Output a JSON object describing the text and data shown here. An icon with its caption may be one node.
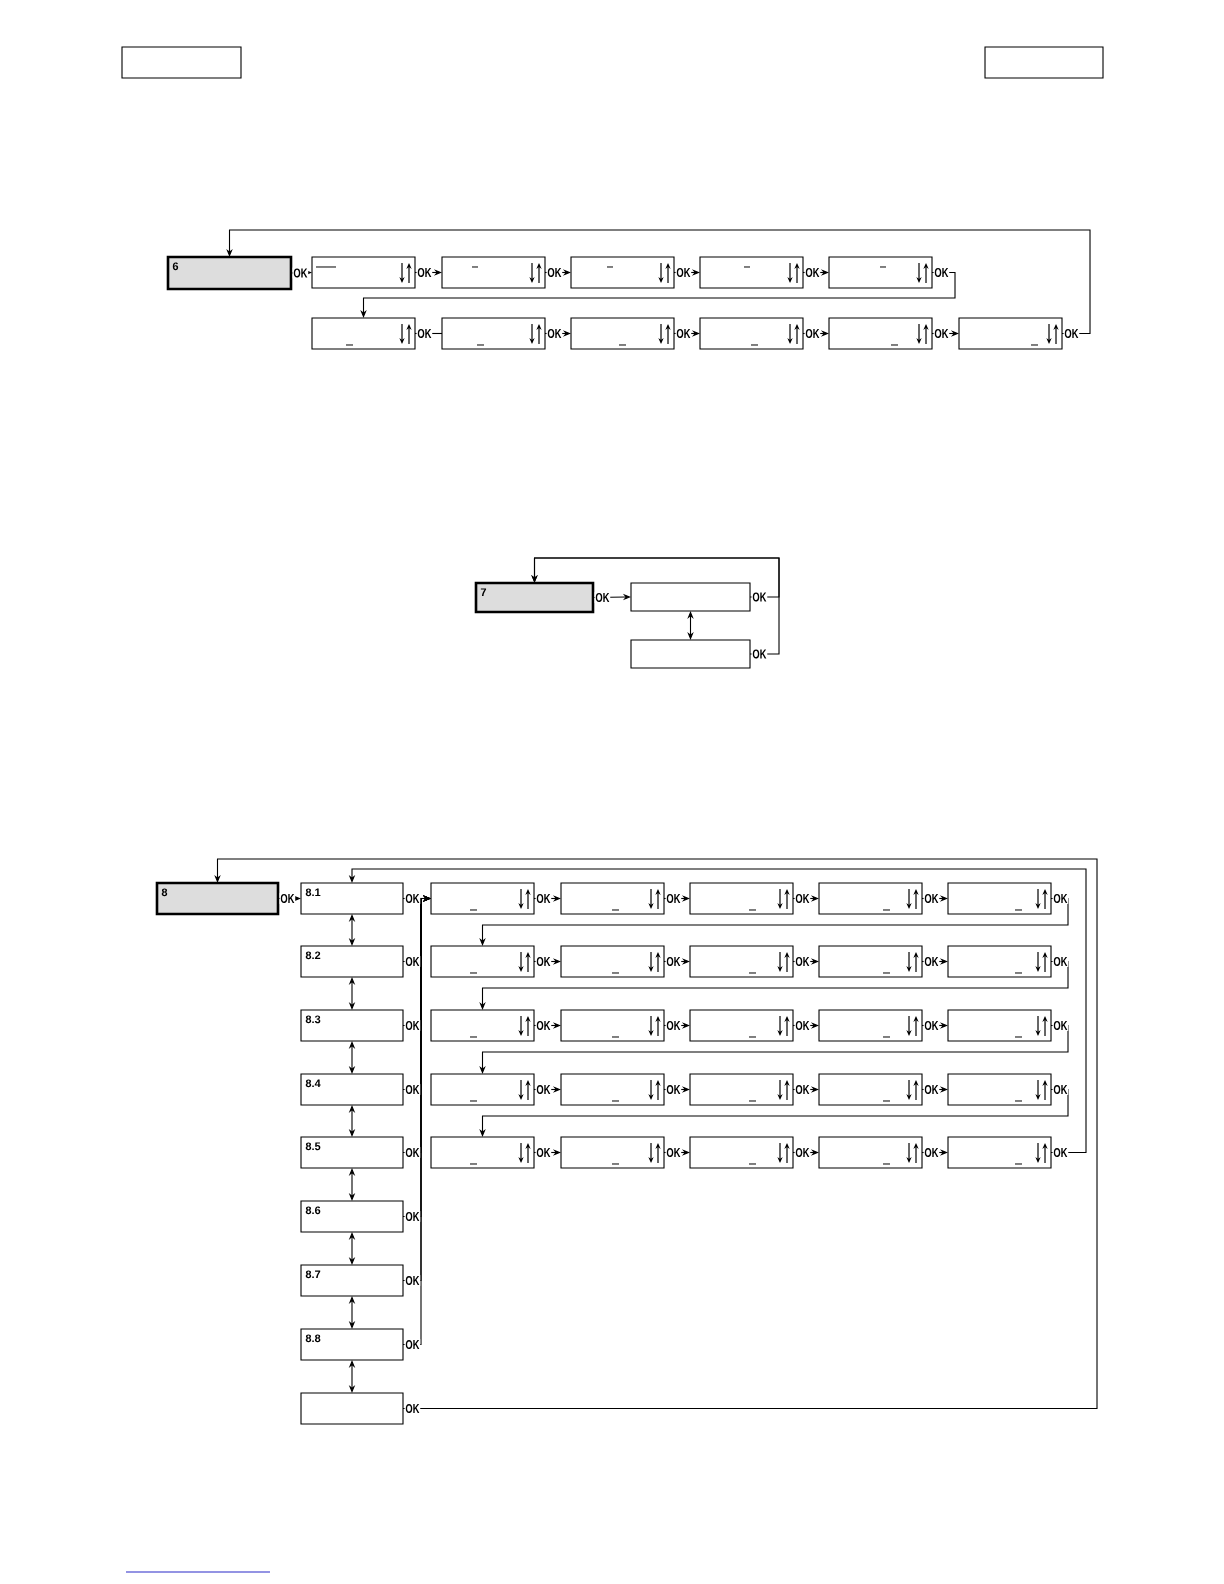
{
  "diagram": {
    "nodes": [
      {
        "text": [],
        "shape": "box"
      },
      {
        "text": [],
        "shape": "box"
      },
      {
        "text": [
          "6"
        ]
      },
      {
        "text": [],
        "shape": "box"
      },
      {
        "text": [],
        "shape": "box"
      },
      {
        "text": [],
        "shape": "box"
      },
      {
        "text": [],
        "shape": "box"
      },
      {
        "text": [],
        "shape": "box"
      },
      {
        "text": [],
        "shape": "box"
      },
      {
        "text": [],
        "shape": "box"
      },
      {
        "text": [],
        "shape": "box"
      },
      {
        "text": [],
        "shape": "box"
      },
      {
        "text": [],
        "shape": "box"
      },
      {
        "text": [],
        "shape": "box"
      },
      {
        "text": [
          "7"
        ]
      },
      {
        "text": [],
        "shape": "box"
      },
      {
        "text": [],
        "shape": "box"
      },
      {
        "text": [
          "8"
        ]
      },
      {
        "text": [
          "8.1"
        ]
      },
      {
        "text": [
          "8.2"
        ]
      },
      {
        "text": [
          "8.3"
        ]
      },
      {
        "text": [
          "8.4"
        ]
      },
      {
        "text": [
          "8.5"
        ]
      },
      {
        "text": [
          "8.6"
        ]
      },
      {
        "text": [
          "8.7"
        ]
      },
      {
        "text": [
          "8.8"
        ]
      },
      {
        "text": [],
        "shape": "box"
      },
      {
        "text": [],
        "shape": "box"
      },
      {
        "text": [],
        "shape": "box"
      },
      {
        "text": [],
        "shape": "box"
      },
      {
        "text": [],
        "shape": "box"
      },
      {
        "text": [],
        "shape": "box"
      },
      {
        "text": [],
        "shape": "box"
      },
      {
        "text": [],
        "shape": "box"
      },
      {
        "text": [],
        "shape": "box"
      },
      {
        "text": [],
        "shape": "box"
      },
      {
        "text": [],
        "shape": "box"
      },
      {
        "text": [],
        "shape": "box"
      },
      {
        "text": [],
        "shape": "box"
      },
      {
        "text": [],
        "shape": "box"
      },
      {
        "text": [],
        "shape": "box"
      },
      {
        "text": [],
        "shape": "box"
      },
      {
        "text": [],
        "shape": "box"
      },
      {
        "text": [],
        "shape": "box"
      },
      {
        "text": [],
        "shape": "box"
      },
      {
        "text": [],
        "shape": "box"
      },
      {
        "text": [],
        "shape": "box"
      },
      {
        "text": [],
        "shape": "box"
      },
      {
        "text": [],
        "shape": "box"
      },
      {
        "text": [],
        "shape": "box"
      },
      {
        "text": [],
        "shape": "box"
      },
      {
        "text": [],
        "shape": "box"
      }
    ],
    "edges": [
      {
        "from": 2,
        "to": 3,
        "arrow": "to",
        "label": "OK"
      },
      {
        "from": 3,
        "to": 4,
        "arrow": "to",
        "label": "OK"
      },
      {
        "from": 4,
        "to": 5,
        "arrow": "to",
        "label": "OK"
      },
      {
        "from": 5,
        "to": 6,
        "arrow": "to",
        "label": "OK"
      },
      {
        "from": 6,
        "to": 7,
        "arrow": "to",
        "label": "OK"
      },
      {
        "from": 7,
        "to": 8,
        "arrow": "to",
        "label": "OK"
      },
      {
        "from": 8,
        "to": 9,
        "arrow": "none",
        "label": "OK"
      },
      {
        "from": 9,
        "to": 10,
        "arrow": "to",
        "label": "OK"
      },
      {
        "from": 10,
        "to": 11,
        "arrow": "to",
        "label": "OK"
      },
      {
        "from": 11,
        "to": 12,
        "arrow": "to",
        "label": "OK"
      },
      {
        "from": 12,
        "to": 13,
        "arrow": "to",
        "label": "OK"
      },
      {
        "from": 13,
        "to": 2,
        "arrow": "to",
        "label": "OK"
      },
      {
        "from": 14,
        "to": 15,
        "arrow": "to",
        "label": "OK"
      },
      {
        "from": 15,
        "to": 16,
        "arrow": "both"
      },
      {
        "from": 15,
        "to": 14,
        "arrow": "to",
        "label": "OK"
      },
      {
        "from": 16,
        "to": 14,
        "arrow": "to",
        "label": "OK"
      },
      {
        "from": 17,
        "to": 18,
        "arrow": "to",
        "label": "OK"
      },
      {
        "from": 18,
        "to": 19,
        "arrow": "both"
      },
      {
        "from": 19,
        "to": 20,
        "arrow": "both"
      },
      {
        "from": 20,
        "to": 21,
        "arrow": "both"
      },
      {
        "from": 21,
        "to": 22,
        "arrow": "both"
      },
      {
        "from": 22,
        "to": 23,
        "arrow": "both"
      },
      {
        "from": 23,
        "to": 24,
        "arrow": "both"
      },
      {
        "from": 24,
        "to": 25,
        "arrow": "both"
      },
      {
        "from": 25,
        "to": 26,
        "arrow": "both"
      },
      {
        "from": 18,
        "to": 27,
        "arrow": "to",
        "label": "OK"
      },
      {
        "from": 19,
        "to": 27,
        "arrow": "to",
        "label": "OK"
      },
      {
        "from": 20,
        "to": 27,
        "arrow": "to",
        "label": "OK"
      },
      {
        "from": 21,
        "to": 27,
        "arrow": "to",
        "label": "OK"
      },
      {
        "from": 22,
        "to": 27,
        "arrow": "to",
        "label": "OK"
      },
      {
        "from": 23,
        "to": 27,
        "arrow": "to",
        "label": "OK"
      },
      {
        "from": 24,
        "to": 27,
        "arrow": "to",
        "label": "OK"
      },
      {
        "from": 25,
        "to": 27,
        "arrow": "to",
        "label": "OK"
      },
      {
        "from": 27,
        "to": 28,
        "arrow": "to",
        "label": "OK"
      },
      {
        "from": 28,
        "to": 29,
        "arrow": "to",
        "label": "OK"
      },
      {
        "from": 29,
        "to": 30,
        "arrow": "to",
        "label": "OK"
      },
      {
        "from": 30,
        "to": 31,
        "arrow": "to",
        "label": "OK"
      },
      {
        "from": 31,
        "to": 32,
        "arrow": "to",
        "label": "OK"
      },
      {
        "from": 32,
        "to": 33,
        "arrow": "to",
        "label": "OK"
      },
      {
        "from": 33,
        "to": 34,
        "arrow": "to",
        "label": "OK"
      },
      {
        "from": 34,
        "to": 35,
        "arrow": "to",
        "label": "OK"
      },
      {
        "from": 35,
        "to": 36,
        "arrow": "to",
        "label": "OK"
      },
      {
        "from": 36,
        "to": 37,
        "arrow": "to",
        "label": "OK"
      },
      {
        "from": 37,
        "to": 38,
        "arrow": "to",
        "label": "OK"
      },
      {
        "from": 38,
        "to": 39,
        "arrow": "to",
        "label": "OK"
      },
      {
        "from": 39,
        "to": 40,
        "arrow": "to",
        "label": "OK"
      },
      {
        "from": 40,
        "to": 41,
        "arrow": "to",
        "label": "OK"
      },
      {
        "from": 41,
        "to": 42,
        "arrow": "to",
        "label": "OK"
      },
      {
        "from": 42,
        "to": 43,
        "arrow": "to",
        "label": "OK"
      },
      {
        "from": 43,
        "to": 44,
        "arrow": "to",
        "label": "OK"
      },
      {
        "from": 44,
        "to": 45,
        "arrow": "to",
        "label": "OK"
      },
      {
        "from": 45,
        "to": 46,
        "arrow": "to",
        "label": "OK"
      },
      {
        "from": 46,
        "to": 47,
        "arrow": "to",
        "label": "OK"
      },
      {
        "from": 47,
        "to": 48,
        "arrow": "to",
        "label": "OK"
      },
      {
        "from": 48,
        "to": 49,
        "arrow": "to",
        "label": "OK"
      },
      {
        "from": 49,
        "to": 50,
        "arrow": "to",
        "label": "OK"
      },
      {
        "from": 50,
        "to": 51,
        "arrow": "to",
        "label": "OK"
      },
      {
        "from": 51,
        "to": 18,
        "arrow": "to",
        "label": "OK"
      },
      {
        "from": 26,
        "to": 17,
        "arrow": "to",
        "label": "OK"
      }
    ]
  }
}
